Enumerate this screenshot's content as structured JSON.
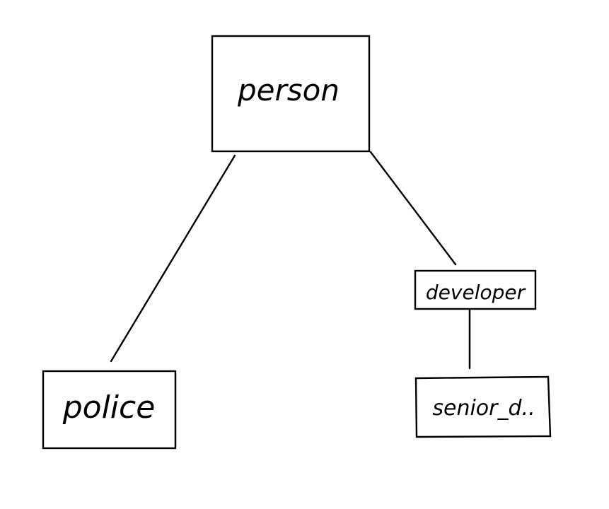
{
  "diagram": {
    "type": "tree",
    "background": "#ffffff",
    "stroke_color": "#000000",
    "nodes": {
      "person": {
        "label": "person"
      },
      "police": {
        "label": "police"
      },
      "developer": {
        "label": "developer"
      },
      "senior_developer": {
        "label": "senior_d.."
      }
    },
    "edges": [
      {
        "from": "person",
        "to": "police"
      },
      {
        "from": "person",
        "to": "developer"
      },
      {
        "from": "developer",
        "to": "senior_developer"
      }
    ]
  }
}
